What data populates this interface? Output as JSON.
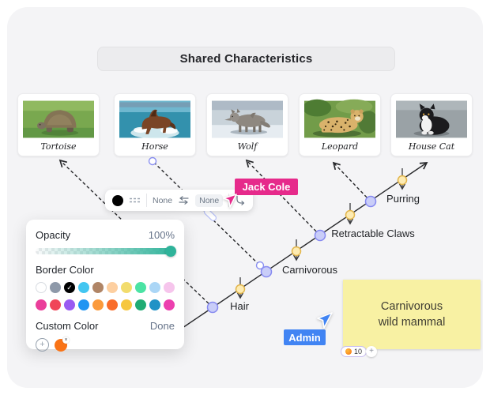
{
  "board": {
    "title": "Shared Characteristics"
  },
  "animals": [
    {
      "name": "Tortoise"
    },
    {
      "name": "Horse"
    },
    {
      "name": "Wolf"
    },
    {
      "name": "Leopard"
    },
    {
      "name": "House Cat"
    }
  ],
  "traits": [
    {
      "label": "Hair"
    },
    {
      "label": "Carnivorous"
    },
    {
      "label": "Retractable Claws"
    },
    {
      "label": "Purring"
    }
  ],
  "connector_toolbar": {
    "stroke_color": "#000000",
    "line_style": "dashed",
    "start_arrow_label": "None",
    "end_arrow_label": "None"
  },
  "style_panel": {
    "opacity_label": "Opacity",
    "opacity_value": "100%",
    "border_color_label": "Border Color",
    "selected_color": "#000000",
    "check_glyph": "✓",
    "swatches_row1": [
      "#FFFFFF",
      "#8E99A9",
      "#000000",
      "#43C6F1",
      "#B08566",
      "#FDCFA0",
      "#F2DC6D",
      "#4BE3A4",
      "#ABD6F6",
      "#F6C5EC"
    ],
    "swatches_row2": [
      "#EA3E9A",
      "#F04558",
      "#9A5BF2",
      "#2095F2",
      "#FB9A3C",
      "#F96D2B",
      "#F6C73E",
      "#1FAC74",
      "#2092C6",
      "#EC40AF"
    ],
    "custom_color_label": "Custom Color",
    "done_label": "Done",
    "custom_color": "#F97316",
    "slider_accent": "#2FB39A",
    "add_glyph": "+",
    "remove_glyph": "×"
  },
  "collaborators": [
    {
      "name": "Jack Cole",
      "color": "#E62A8B"
    },
    {
      "name": "Admin",
      "color": "#4184F3"
    }
  ],
  "sticky_note": {
    "line1": "Carnivorous",
    "line2": "wild mammal",
    "color": "#F8F1A3",
    "reaction": {
      "icon": "clap-emoji",
      "count": "10"
    },
    "add_reaction_glyph": "+"
  }
}
